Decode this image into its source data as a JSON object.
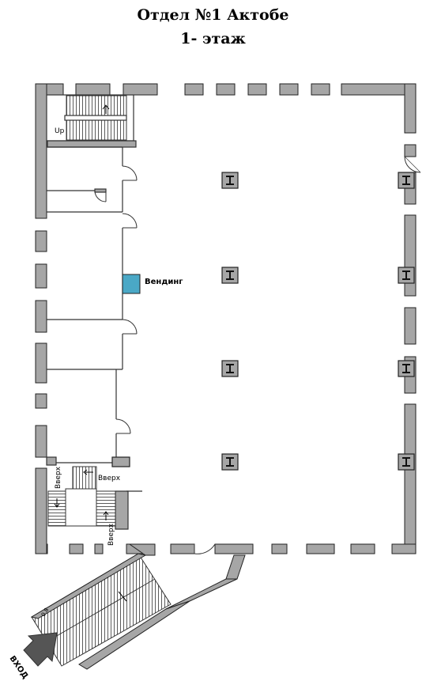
{
  "header": {
    "title": "Отдел №1 Актобе",
    "floor": "1- этаж"
  },
  "labels": {
    "vending": "Вендинг",
    "up_top": "Up",
    "up_left": "Вверх",
    "up_mid": "Вверх",
    "up_bottom": "Вверх",
    "entrance": "ВХОД",
    "stair_mark": "0.8"
  },
  "colors": {
    "wall": "#a6a6a6",
    "wall_stroke": "#222222",
    "vending": "#4aa8c6",
    "column_fill": "#a6a6a6",
    "entrance_arrow": "#555555"
  },
  "icons": {
    "column": "i-beam-column",
    "entrance_arrow": "arrow-icon"
  }
}
